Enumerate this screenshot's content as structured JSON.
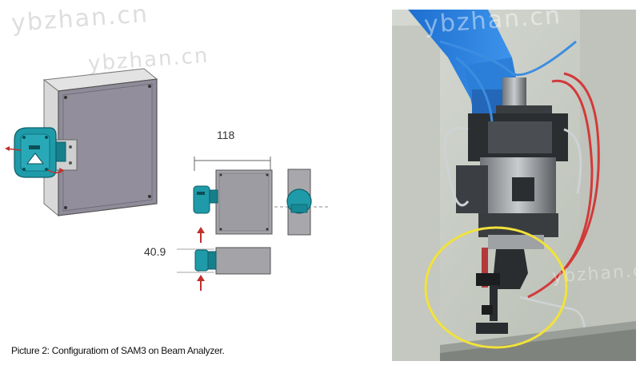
{
  "watermark": {
    "text": "ybzhan.cn"
  },
  "diagram": {
    "dimension_width": "118",
    "dimension_height": "40.9"
  },
  "caption": {
    "text": "Picture 2: Configuratiom of SAM3 on Beam Analyzer."
  },
  "colors": {
    "sensor_teal": "#1f9aa8",
    "box_grey": "#8f8b98",
    "arrow_red": "#c0302a",
    "highlight_yellow": "#f2e23a",
    "robot_blue": "#2b7fd8"
  }
}
